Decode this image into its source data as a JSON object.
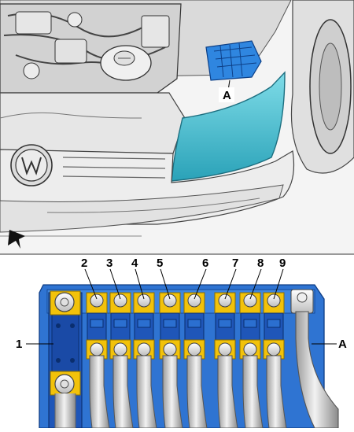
{
  "engine_bay": {
    "callout_label": "A"
  },
  "fuse_box": {
    "slot_labels": [
      "2",
      "3",
      "4",
      "5",
      "6",
      "7",
      "8",
      "9"
    ],
    "main_label": "1",
    "side_label": "A"
  },
  "colors": {
    "accent_cyan": "#3fb8cc",
    "fuse_blue": "#2b6fd0",
    "holder_blue": "#1f56b8",
    "terminal_yellow": "#f2c20a",
    "line_gray": "#444444",
    "panel_gray": "#e9e9e9"
  },
  "icons": [
    "direction-arrow-icon",
    "brand-logo-icon"
  ]
}
